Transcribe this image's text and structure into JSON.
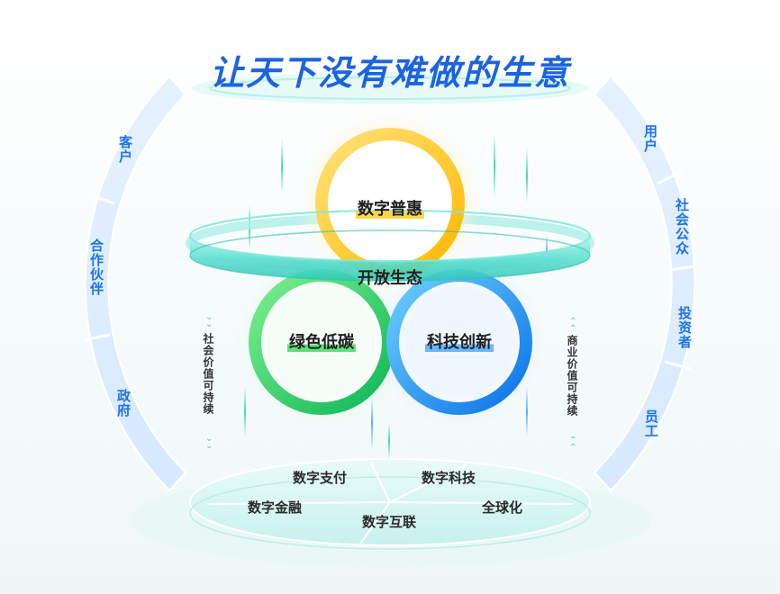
{
  "slogan": "让天下没有难做的生意",
  "center": {
    "top_circle": "数字普惠",
    "left_circle": "绿色低碳",
    "right_circle": "科技创新",
    "ring": "开放生态"
  },
  "left_arc": [
    "客户",
    "合作伙伴",
    "政府"
  ],
  "right_arc": [
    "用户",
    "社会公众",
    "投资者",
    "员工"
  ],
  "left_side_text": "社会价值可持续",
  "right_side_text": "商业价值可持续",
  "base": [
    "数字支付",
    "数字科技",
    "数字金融",
    "全球化",
    "数字互联"
  ],
  "colors": {
    "accent_blue": "#1e74ea",
    "yellow": "#ffc61a",
    "green": "#12c75a",
    "blue": "#1a8cf0",
    "teal": "#38d6c6"
  }
}
